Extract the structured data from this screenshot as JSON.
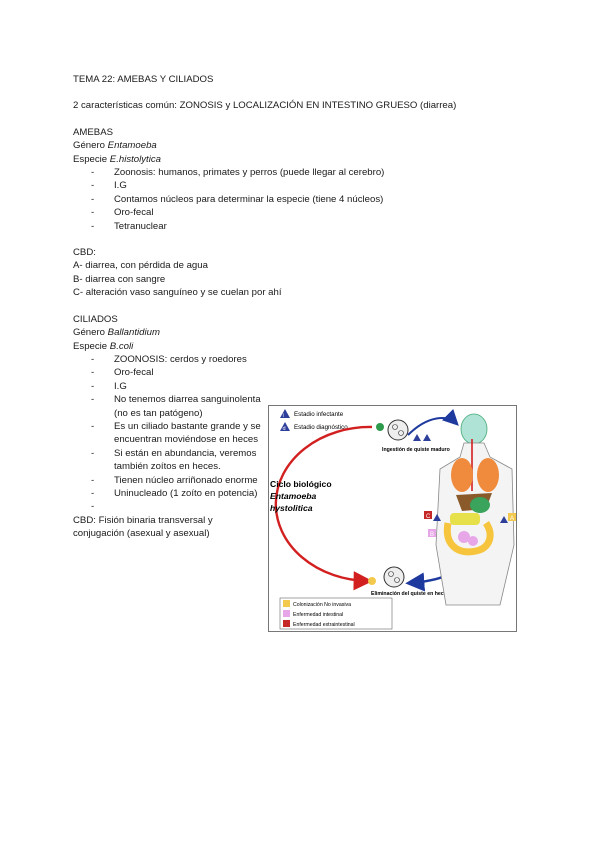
{
  "title": "TEMA 22: AMEBAS Y CILIADOS",
  "intro": "2 características común: ZONOSIS y LOCALIZACIÓN EN INTESTINO GRUESO (diarrea)",
  "amebas": {
    "heading": "AMEBAS",
    "genus_label": "Género ",
    "genus": "Entamoeba",
    "species_label": "Especie ",
    "species": "E.histolytica",
    "bullets": [
      "Zoonosis: humanos, primates y perros (puede llegar al cerebro)",
      "I.G",
      "Contamos núcleos para determinar la especie (tiene 4 núcleos)",
      "Oro-fecal",
      "Tetranuclear"
    ],
    "cbd_heading": "CBD:",
    "cbd": [
      "A- diarrea, con pérdida de agua",
      "B- diarrea con sangre",
      "C- alteración vaso sanguíneo y se cuelan por ahí"
    ]
  },
  "ciliados": {
    "heading": "CILIADOS",
    "genus_label": "Género ",
    "genus": "Ballantidium",
    "species_label": "Especie ",
    "species": "B.coli",
    "bullets": [
      "ZOONOSIS: cerdos y roedores",
      "Oro-fecal",
      "I.G",
      "No tenemos diarrea sanguinolenta (no es tan patógeno)",
      "Es un ciliado bastante grande y se encuentran moviéndose en heces",
      "Si están en abundancia, veremos también zoítos en heces.",
      "Tienen núcleo arriñonado enorme",
      "Uninucleado (1 zoíto en potencia)",
      ""
    ],
    "cbd": "CBD: Fisión binaria transversal y conjugación (asexual y asexual)"
  },
  "figure": {
    "legend_infective": "Estadio infectante",
    "legend_diagnostic": "Estadio diagnóstico",
    "cycle_title": "Ciclo biológico",
    "cycle_genus": "Entamoeba",
    "cycle_species": "hystolitica",
    "ingestion": "Ingestión de quiste maduro",
    "elimination": "Eliminación del quiste en heces",
    "key_a": "Colonización No invasiva",
    "key_b": "Enfermedad intestinal",
    "key_c": "Enfermedad extraintestinal",
    "colors": {
      "a": "#f2c94c",
      "b": "#e7a6e8",
      "c": "#c62828",
      "arrow_red": "#d22020",
      "arrow_blue": "#1f3a9e",
      "triangle": "#2e3f9a"
    }
  }
}
